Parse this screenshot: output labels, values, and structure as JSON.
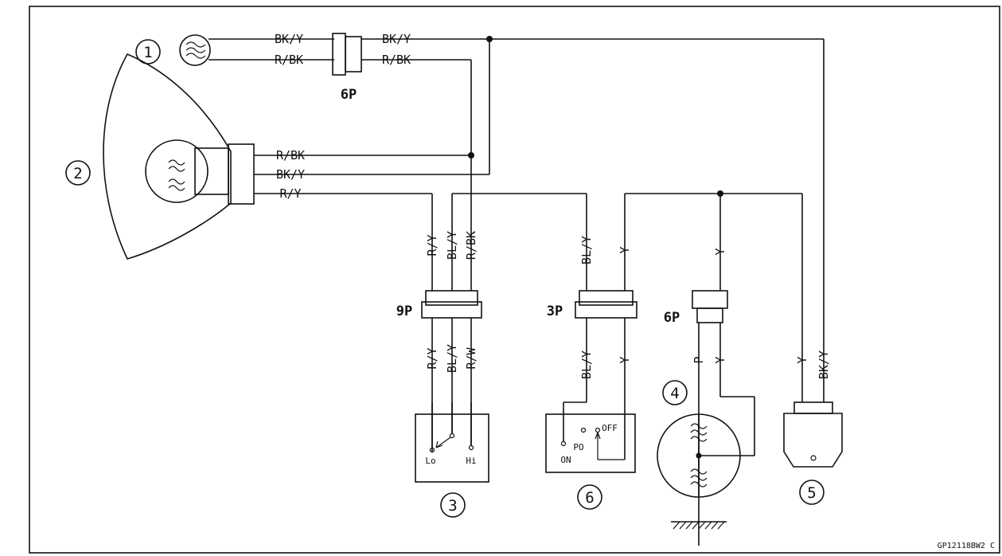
{
  "callouts": [
    "1",
    "2",
    "3",
    "4",
    "5",
    "6"
  ],
  "connectors": {
    "top": "6P",
    "left": "9P",
    "mid": "3P",
    "right": "6P"
  },
  "wire_labels": {
    "top_bky_left": "BK/Y",
    "top_rbk_left": "R/BK",
    "top_bky_right": "BK/Y",
    "top_rbk_right": "R/BK",
    "hl_rbk": "R/BK",
    "hl_bky": "BK/Y",
    "hl_ry": "R/Y",
    "c9_up_1": "R/Y",
    "c9_up_2": "BL/Y",
    "c9_up_3": "R/BK",
    "c9_dn_1": "R/Y",
    "c9_dn_2": "BL/Y",
    "c9_dn_3": "R/W",
    "c3_up_1": "BL/Y",
    "c3_up_2": "Y",
    "c3_dn_1": "BL/Y",
    "c3_dn_2": "Y",
    "c6_up": "Y",
    "c6_dn_1": "P",
    "c6_dn_2": "Y",
    "rel_1": "Y",
    "rel_2": "BK/Y"
  },
  "switch_labels": {
    "lo": "Lo",
    "hi": "Hi",
    "on": "ON",
    "po": "PO",
    "off": "OFF"
  },
  "figure_code": "GP12118BW2 C"
}
